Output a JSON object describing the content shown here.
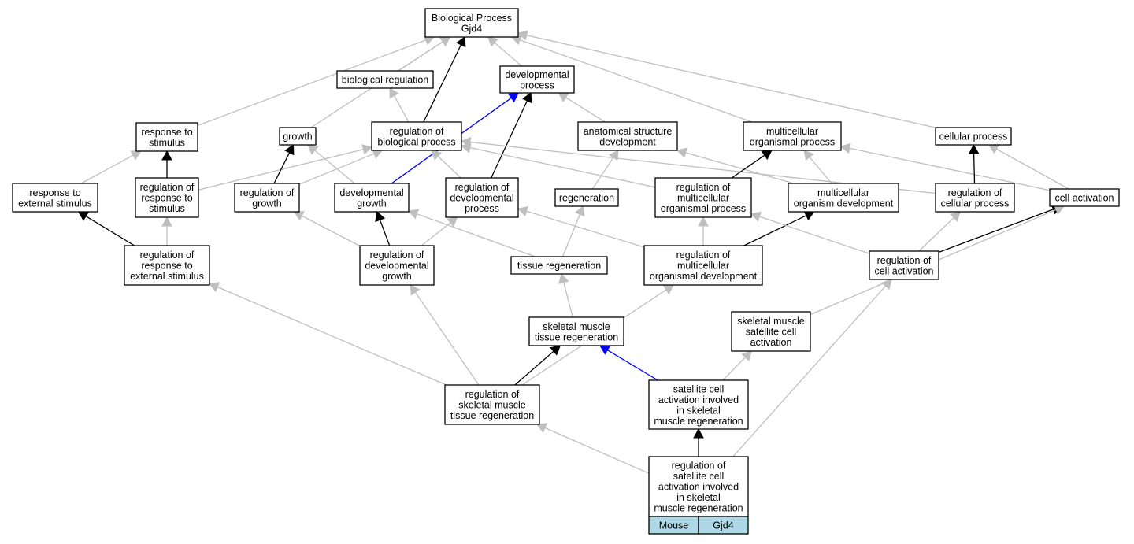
{
  "diagram": {
    "colors": {
      "is_a": "#bfbfbf",
      "regulates": "#000000",
      "part_of": "#0000ff",
      "table_fill": "#add8e6"
    },
    "nodes": [
      {
        "id": "bp",
        "lines": [
          "Biological Process",
          "Gjd4"
        ]
      },
      {
        "id": "bioreg",
        "lines": [
          "biological regulation"
        ]
      },
      {
        "id": "devproc",
        "lines": [
          "developmental",
          "process"
        ]
      },
      {
        "id": "resp_stim",
        "lines": [
          "response to",
          "stimulus"
        ]
      },
      {
        "id": "growth",
        "lines": [
          "growth"
        ]
      },
      {
        "id": "reg_bio",
        "lines": [
          "regulation of",
          "biological process"
        ]
      },
      {
        "id": "anat",
        "lines": [
          "anatomical structure",
          "development"
        ]
      },
      {
        "id": "mcop",
        "lines": [
          "multicellular",
          "organismal process"
        ]
      },
      {
        "id": "cellproc",
        "lines": [
          "cellular process"
        ]
      },
      {
        "id": "resp_ext",
        "lines": [
          "response to",
          "external stimulus"
        ]
      },
      {
        "id": "reg_resp",
        "lines": [
          "regulation of",
          "response to",
          "stimulus"
        ]
      },
      {
        "id": "reg_growth",
        "lines": [
          "regulation of",
          "growth"
        ]
      },
      {
        "id": "devgrowth",
        "lines": [
          "developmental",
          "growth"
        ]
      },
      {
        "id": "reg_devproc",
        "lines": [
          "regulation of",
          "developmental",
          "process"
        ]
      },
      {
        "id": "regen",
        "lines": [
          "regeneration"
        ]
      },
      {
        "id": "reg_mcop",
        "lines": [
          "regulation of",
          "multicellular",
          "organismal process"
        ]
      },
      {
        "id": "mcdev",
        "lines": [
          "multicellular",
          "organism development"
        ]
      },
      {
        "id": "reg_cellproc",
        "lines": [
          "regulation of",
          "cellular process"
        ]
      },
      {
        "id": "cellact",
        "lines": [
          "cell activation"
        ]
      },
      {
        "id": "reg_resp_ext",
        "lines": [
          "regulation of",
          "response to",
          "external stimulus"
        ]
      },
      {
        "id": "reg_devgrowth",
        "lines": [
          "regulation of",
          "developmental",
          "growth"
        ]
      },
      {
        "id": "tisregen",
        "lines": [
          "tissue regeneration"
        ]
      },
      {
        "id": "reg_mcdev",
        "lines": [
          "regulation of",
          "multicellular",
          "organismal development"
        ]
      },
      {
        "id": "reg_cellact",
        "lines": [
          "regulation of",
          "cell activation"
        ]
      },
      {
        "id": "skm_regen",
        "lines": [
          "skeletal muscle",
          "tissue regeneration"
        ]
      },
      {
        "id": "skm_sat",
        "lines": [
          "skeletal muscle",
          "satellite cell",
          "activation"
        ]
      },
      {
        "id": "reg_skm",
        "lines": [
          "regulation of",
          "skeletal muscle",
          "tissue regeneration"
        ]
      },
      {
        "id": "sat_act",
        "lines": [
          "satellite cell",
          "activation involved",
          "in skeletal",
          "muscle regeneration"
        ]
      },
      {
        "id": "target",
        "lines": [
          "regulation of",
          "satellite cell",
          "activation involved",
          "in skeletal",
          "muscle regeneration"
        ]
      }
    ],
    "table": {
      "cells": [
        "Mouse",
        "Gjd4"
      ]
    },
    "edges": [
      {
        "from": "bioreg",
        "to": "bp",
        "type": "is_a"
      },
      {
        "from": "devproc",
        "to": "bp",
        "type": "is_a"
      },
      {
        "from": "growth",
        "to": "bp",
        "type": "is_a"
      },
      {
        "from": "resp_stim",
        "to": "bp",
        "type": "is_a"
      },
      {
        "from": "mcop",
        "to": "bp",
        "type": "is_a"
      },
      {
        "from": "cellproc",
        "to": "bp",
        "type": "is_a"
      },
      {
        "from": "reg_bio",
        "to": "bp",
        "type": "regulates"
      },
      {
        "from": "reg_bio",
        "to": "bioreg",
        "type": "is_a"
      },
      {
        "from": "anat",
        "to": "devproc",
        "type": "is_a"
      },
      {
        "from": "devgrowth",
        "to": "devproc",
        "type": "part_of"
      },
      {
        "from": "reg_devproc",
        "to": "devproc",
        "type": "regulates"
      },
      {
        "from": "reg_resp",
        "to": "resp_stim",
        "type": "regulates"
      },
      {
        "from": "reg_resp",
        "to": "reg_bio",
        "type": "is_a"
      },
      {
        "from": "resp_ext",
        "to": "resp_stim",
        "type": "is_a"
      },
      {
        "from": "reg_growth",
        "to": "growth",
        "type": "regulates"
      },
      {
        "from": "reg_growth",
        "to": "reg_bio",
        "type": "is_a"
      },
      {
        "from": "devgrowth",
        "to": "growth",
        "type": "is_a"
      },
      {
        "from": "reg_devproc",
        "to": "reg_bio",
        "type": "is_a"
      },
      {
        "from": "reg_mcop",
        "to": "reg_bio",
        "type": "is_a"
      },
      {
        "from": "reg_cellproc",
        "to": "reg_bio",
        "type": "is_a"
      },
      {
        "from": "regen",
        "to": "anat",
        "type": "is_a"
      },
      {
        "from": "mcdev",
        "to": "anat",
        "type": "is_a"
      },
      {
        "from": "mcdev",
        "to": "mcop",
        "type": "is_a"
      },
      {
        "from": "reg_mcop",
        "to": "mcop",
        "type": "regulates"
      },
      {
        "from": "cellact",
        "to": "mcop",
        "type": "is_a"
      },
      {
        "from": "reg_cellproc",
        "to": "cellproc",
        "type": "regulates"
      },
      {
        "from": "cellact",
        "to": "cellproc",
        "type": "is_a"
      },
      {
        "from": "reg_resp_ext",
        "to": "resp_ext",
        "type": "regulates"
      },
      {
        "from": "reg_resp_ext",
        "to": "reg_resp",
        "type": "is_a"
      },
      {
        "from": "reg_devgrowth",
        "to": "reg_growth",
        "type": "is_a"
      },
      {
        "from": "reg_devgrowth",
        "to": "devgrowth",
        "type": "regulates"
      },
      {
        "from": "reg_devgrowth",
        "to": "reg_devproc",
        "type": "is_a"
      },
      {
        "from": "tisregen",
        "to": "devgrowth",
        "type": "is_a"
      },
      {
        "from": "tisregen",
        "to": "regen",
        "type": "is_a"
      },
      {
        "from": "reg_mcdev",
        "to": "reg_devproc",
        "type": "is_a"
      },
      {
        "from": "reg_mcdev",
        "to": "reg_mcop",
        "type": "is_a"
      },
      {
        "from": "reg_mcdev",
        "to": "mcdev",
        "type": "regulates"
      },
      {
        "from": "reg_cellact",
        "to": "reg_mcop",
        "type": "is_a"
      },
      {
        "from": "reg_cellact",
        "to": "reg_cellproc",
        "type": "is_a"
      },
      {
        "from": "reg_cellact",
        "to": "cellact",
        "type": "regulates"
      },
      {
        "from": "skm_regen",
        "to": "tisregen",
        "type": "is_a"
      },
      {
        "from": "skm_sat",
        "to": "cellact",
        "type": "is_a"
      },
      {
        "from": "reg_skm",
        "to": "reg_resp_ext",
        "type": "is_a"
      },
      {
        "from": "reg_skm",
        "to": "reg_devgrowth",
        "type": "is_a"
      },
      {
        "from": "reg_skm",
        "to": "reg_mcdev",
        "type": "is_a"
      },
      {
        "from": "reg_skm",
        "to": "skm_regen",
        "type": "regulates"
      },
      {
        "from": "sat_act",
        "to": "skm_regen",
        "type": "part_of"
      },
      {
        "from": "sat_act",
        "to": "skm_sat",
        "type": "is_a"
      },
      {
        "from": "target",
        "to": "sat_act",
        "type": "regulates"
      },
      {
        "from": "target",
        "to": "reg_skm",
        "type": "is_a"
      },
      {
        "from": "target",
        "to": "reg_cellact",
        "type": "is_a"
      }
    ]
  }
}
